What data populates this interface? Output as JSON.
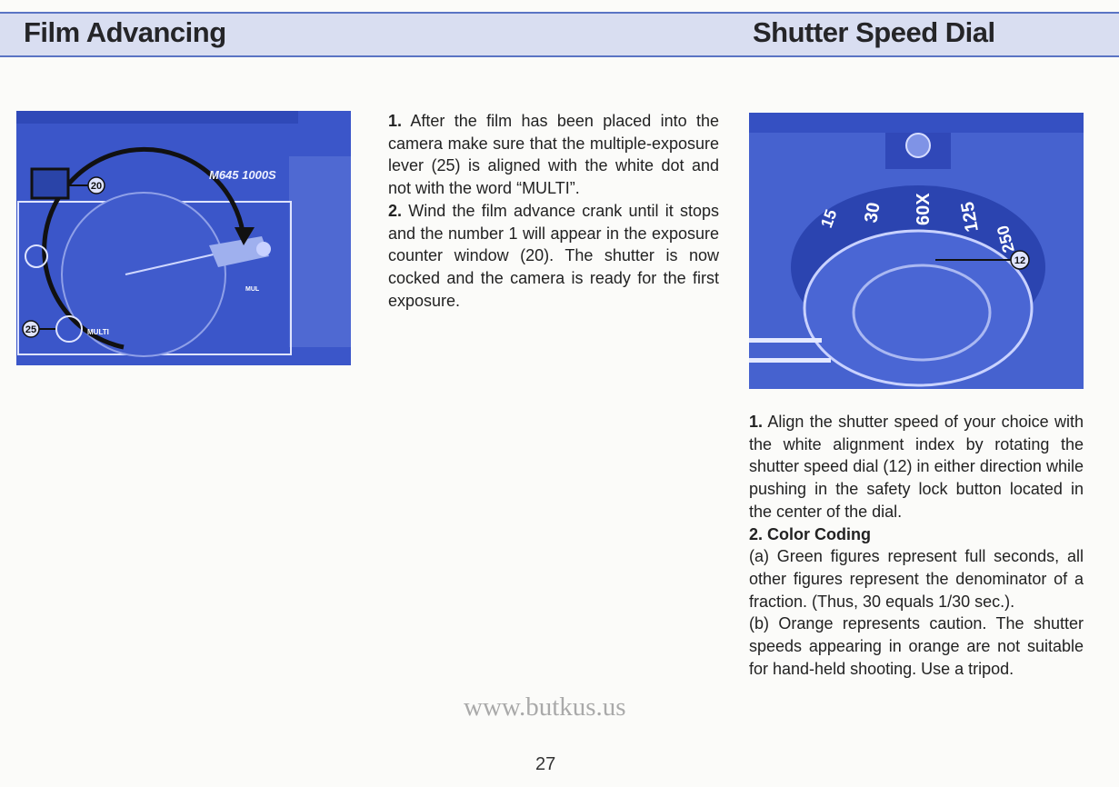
{
  "header": {
    "left_title": "Film Advancing",
    "right_title": "Shutter Speed Dial"
  },
  "left_photo": {
    "camera_model": "M645 1000S",
    "callouts": [
      "20",
      "25"
    ],
    "labels": [
      "MULTI",
      "MUL"
    ]
  },
  "right_photo": {
    "dial_numbers": [
      "15",
      "30",
      "60X",
      "125",
      "250"
    ],
    "callout": "12"
  },
  "film_advancing": {
    "steps": [
      {
        "num": "1.",
        "text": "After the film has been placed into the camera make sure that the multiple-exposure lever (25) is aligned with the white dot and not with the word “MULTI”."
      },
      {
        "num": "2.",
        "text": "Wind the film advance crank until it stops and the number 1 will appear in the exposure counter window (20). The shutter is now cocked and the camera is ready for the first exposure."
      }
    ]
  },
  "shutter_speed": {
    "step1": {
      "num": "1.",
      "text": "Align the shutter speed of your choice with the white alignment index by rotating the shutter speed dial (12) in either direction while pushing in the safety lock button located in the center of the dial."
    },
    "step2_heading": "2. Color Coding",
    "item_a": "(a) Green figures represent full seconds, all other figures represent the denominator of a fraction. (Thus, 30 equals 1/30 sec.).",
    "item_b": "(b) Orange represents caution. The shutter speeds appearing in orange are not suitable for hand-held shooting. Use a tripod."
  },
  "watermark": "www.butkus.us",
  "page_number": "27",
  "colors": {
    "photo_blue": "#3b56c9",
    "header_band": "#d9def1",
    "rule_blue": "#5a74c4"
  }
}
